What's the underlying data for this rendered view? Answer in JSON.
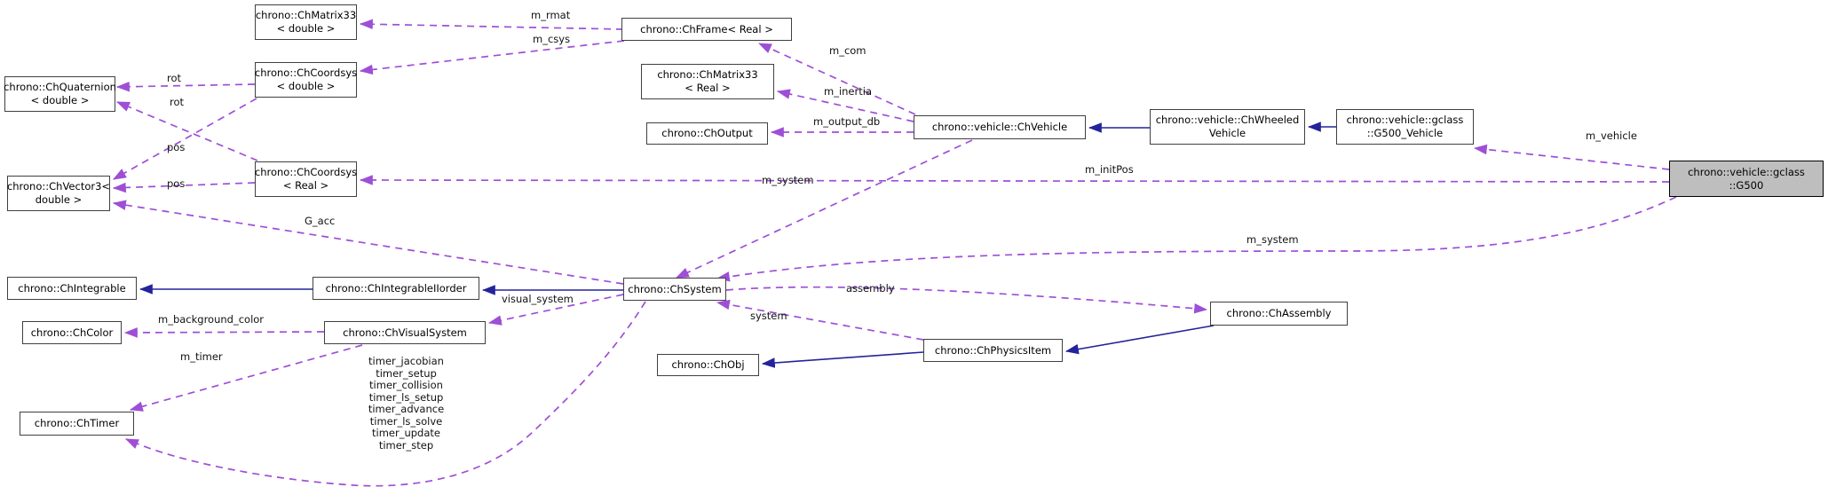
{
  "diagram": {
    "title": "Collaboration graph for chrono::vehicle::gclass::G500",
    "nodes": {
      "chmatrix33_double": {
        "label": "chrono::ChMatrix33\n< double >"
      },
      "chframe_real": {
        "label": "chrono::ChFrame< Real >"
      },
      "chquaternion": {
        "label": "chrono::ChQuaternion\n< double >"
      },
      "chcoordsys_double": {
        "label": "chrono::ChCoordsys\n< double >"
      },
      "chmatrix33_real": {
        "label": "chrono::ChMatrix33\n< Real >"
      },
      "chvehicle": {
        "label": "chrono::vehicle::ChVehicle"
      },
      "chwheeledvehicle": {
        "label": "chrono::vehicle::ChWheeled\nVehicle"
      },
      "g500_vehicle": {
        "label": "chrono::vehicle::gclass\n::G500_Vehicle"
      },
      "choutput": {
        "label": "chrono::ChOutput"
      },
      "chcoordsys_real": {
        "label": "chrono::ChCoordsys\n< Real >"
      },
      "g500": {
        "label": "chrono::vehicle::gclass\n::G500"
      },
      "chvector3": {
        "label": "chrono::ChVector3<\ndouble >"
      },
      "chintegrable": {
        "label": "chrono::ChIntegrable"
      },
      "chintegrableiiorder": {
        "label": "chrono::ChIntegrableIIorder"
      },
      "chsystem": {
        "label": "chrono::ChSystem"
      },
      "chcolor": {
        "label": "chrono::ChColor"
      },
      "chvisualsystem": {
        "label": "chrono::ChVisualSystem"
      },
      "chassembly": {
        "label": "chrono::ChAssembly"
      },
      "chphysicsitem": {
        "label": "chrono::ChPhysicsItem"
      },
      "chobj": {
        "label": "chrono::ChObj"
      },
      "chtimer": {
        "label": "chrono::ChTimer"
      }
    },
    "edge_labels": {
      "m_rmat": "m_rmat",
      "m_csys": "m_csys",
      "m_com": "m_com",
      "m_inertia": "m_inertia",
      "m_output_db": "m_output_db",
      "m_system_vehicle": "m_system",
      "m_initPos": "m_initPos",
      "m_vehicle": "m_vehicle",
      "m_system_g500": "m_system",
      "rot_1": "rot",
      "rot_2": "rot",
      "pos_1": "pos",
      "pos_2": "pos",
      "g_acc": "G_acc",
      "visual_system": "visual_system",
      "assembly": "assembly",
      "system": "system",
      "m_background_color": "m_background_color",
      "m_timer": "m_timer",
      "timers": "timer_jacobian\ntimer_setup\ntimer_collision\ntimer_ls_setup\ntimer_advance\ntimer_ls_solve\ntimer_update\ntimer_step"
    },
    "colors": {
      "member_edge": "#9e4fd6",
      "inheritance_edge": "#23239b",
      "highlight_fill": "#bebebe",
      "box_border": "#404040"
    }
  }
}
